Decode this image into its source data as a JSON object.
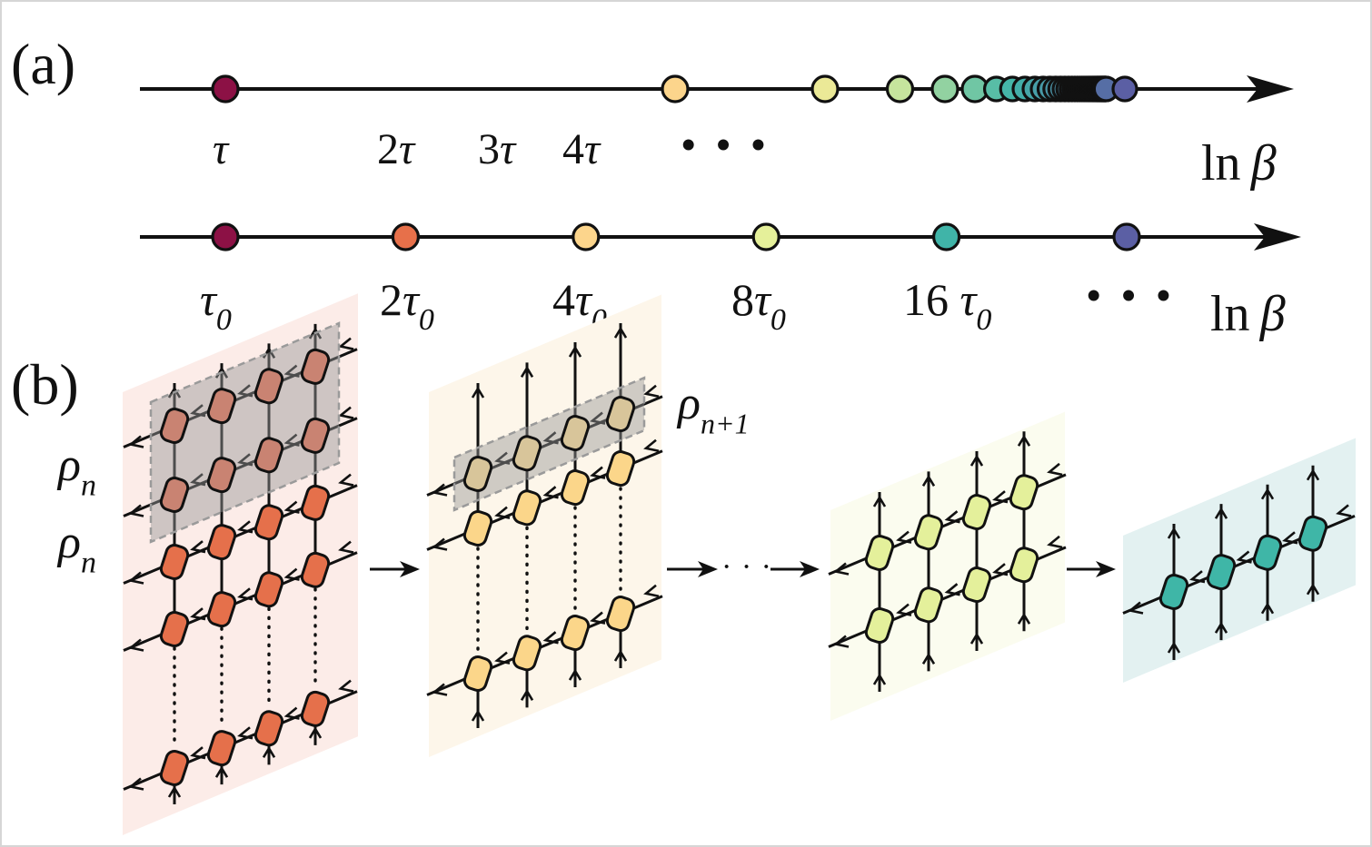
{
  "panel_a": {
    "label": "(a)",
    "linear_axis": {
      "tick_labels": [
        "τ",
        "2τ",
        "3τ",
        "4τ"
      ],
      "ellipsis": "• • •",
      "axis_label": "ln β"
    },
    "exponential_axis": {
      "tick_labels": [
        {
          "coef": "",
          "sym": "τ",
          "sub": "0"
        },
        {
          "coef": "2",
          "sym": "τ",
          "sub": "0"
        },
        {
          "coef": "4",
          "sym": "τ",
          "sub": "0"
        },
        {
          "coef": "8",
          "sym": "τ",
          "sub": "0"
        },
        {
          "coef": "16 ",
          "sym": "τ",
          "sub": "0"
        }
      ],
      "ellipsis": "• • •",
      "axis_label": "ln β"
    }
  },
  "panel_b": {
    "label": "(b)",
    "rho_n": {
      "sym": "ρ",
      "sub": "n"
    },
    "rho_n1": {
      "sym": "ρ",
      "sub": "n+1"
    },
    "ellipsis": "· · ·"
  },
  "colors": {
    "tau1": "#8c1145",
    "tau2": "#e7704a",
    "tau3": "#f2a36a",
    "tau4": "#fcd58c",
    "tau8": "#e5f09a",
    "tau16": "#40b4a8",
    "tau_end": "#5b5fa4",
    "stage1_bg": "#fcece8",
    "stage2_bg": "#fdf6ea",
    "stage3_bg": "#fbfcef",
    "stage4_bg": "#e3f1f1",
    "stage1_node": "#e5704b",
    "stage2_node": "#fbd68a",
    "stage3_node": "#e4f09b",
    "stage4_node": "#3fb6a7"
  }
}
